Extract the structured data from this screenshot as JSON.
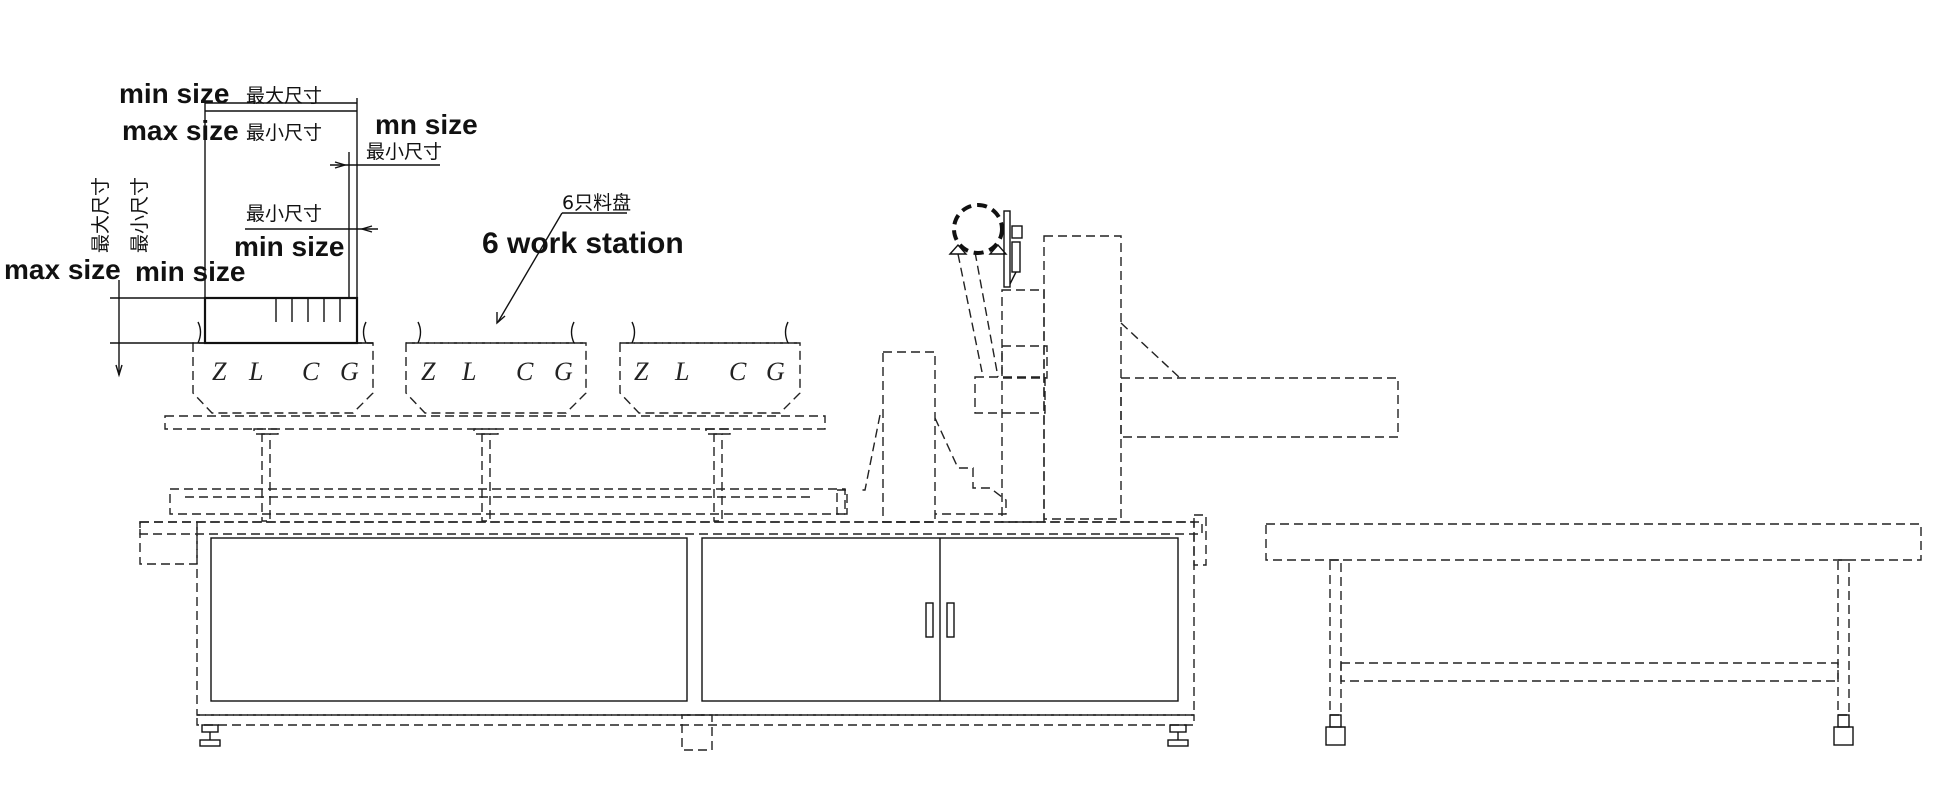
{
  "labels": {
    "top_min_size": "min size",
    "top_cn_max": "最大尺寸",
    "max_size_2": "max size",
    "cn_min_2": "最小尺寸",
    "mn_size": "mn size",
    "cn_min_right": "最小尺寸",
    "cn_min_mid": "最小尺寸",
    "min_size_mid": "min size",
    "left_max_size": "max size",
    "left_min_size": "min size",
    "vert_cn_max": "最大尺寸",
    "vert_cn_min": "最小尺寸",
    "work_station_cn": "6只料盘",
    "work_station_en": "6 work station"
  },
  "tray_letters": [
    "Z",
    "L",
    "C",
    "G"
  ]
}
